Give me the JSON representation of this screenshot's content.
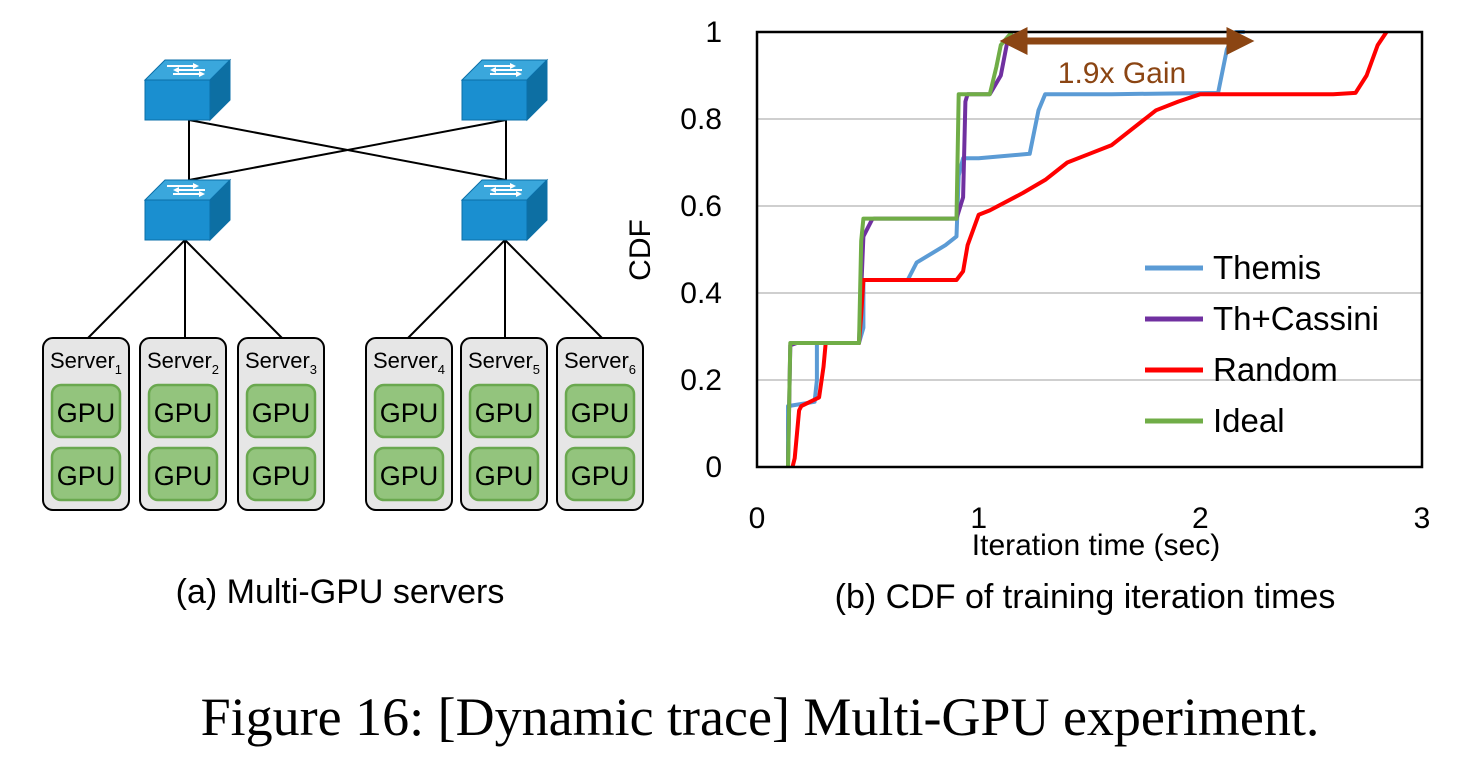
{
  "figure_caption": "Figure 16: [Dynamic trace] Multi-GPU experiment.",
  "panel_a": {
    "caption": "(a) Multi-GPU servers",
    "gpu_label": "GPU",
    "server_name": "Server",
    "servers": [
      {
        "sub": "1"
      },
      {
        "sub": "2"
      },
      {
        "sub": "3"
      },
      {
        "sub": "4"
      },
      {
        "sub": "5"
      },
      {
        "sub": "6"
      }
    ],
    "colors": {
      "switch_top": "#3aa7dc",
      "switch_front": "#1a8fd0",
      "server_fill": "#e6e6e6",
      "gpu_fill": "#93c47d",
      "gpu_border": "#6aa84f"
    }
  },
  "panel_b": {
    "caption": "(b) CDF of training iteration times",
    "annotation": "1.9x Gain",
    "annotation_color": "#8b4513"
  },
  "chart_data": {
    "type": "line",
    "title": "",
    "xlabel": "Iteration time (sec)",
    "ylabel": "CDF",
    "xlim": [
      0,
      3
    ],
    "ylim": [
      0,
      1
    ],
    "x_ticks": [
      "0",
      "1",
      "2",
      "3"
    ],
    "y_ticks": [
      "0",
      "0.2",
      "0.4",
      "0.6",
      "0.8",
      "1"
    ],
    "grid": "horizontal",
    "legend_position": "bottom-right",
    "series": [
      {
        "name": "Themis",
        "color": "#5b9bd5",
        "x": [
          0.14,
          0.14,
          0.26,
          0.27,
          0.27,
          0.46,
          0.48,
          0.48,
          0.68,
          0.72,
          0.85,
          0.9,
          0.91,
          0.93,
          1.0,
          1.23,
          1.27,
          1.3,
          1.35,
          1.6,
          2.08,
          2.12,
          2.16,
          2.2
        ],
        "y": [
          0,
          0.14,
          0.15,
          0.2,
          0.285,
          0.285,
          0.32,
          0.43,
          0.43,
          0.47,
          0.51,
          0.53,
          0.67,
          0.71,
          0.71,
          0.72,
          0.82,
          0.857,
          0.857,
          0.857,
          0.86,
          0.96,
          1.0,
          1.0
        ]
      },
      {
        "name": "Th+Cassini",
        "color": "#7030a0",
        "x": [
          0.14,
          0.15,
          0.18,
          0.19,
          0.46,
          0.48,
          0.52,
          0.53,
          0.9,
          0.93,
          0.94,
          0.95,
          1.05,
          1.1,
          1.13,
          1.15
        ],
        "y": [
          0,
          0.28,
          0.285,
          0.285,
          0.285,
          0.53,
          0.57,
          0.571,
          0.571,
          0.62,
          0.84,
          0.857,
          0.857,
          0.9,
          0.98,
          1.0
        ]
      },
      {
        "name": "Random",
        "color": "#ff0000",
        "x": [
          0.16,
          0.17,
          0.19,
          0.2,
          0.28,
          0.3,
          0.31,
          0.46,
          0.47,
          0.48,
          0.9,
          0.93,
          0.95,
          1.0,
          1.05,
          1.2,
          1.3,
          1.4,
          1.5,
          1.6,
          1.7,
          1.8,
          1.9,
          2.0,
          2.5,
          2.6,
          2.7,
          2.75,
          2.8,
          2.84
        ],
        "y": [
          0,
          0.02,
          0.13,
          0.14,
          0.16,
          0.23,
          0.285,
          0.285,
          0.35,
          0.43,
          0.43,
          0.45,
          0.51,
          0.58,
          0.59,
          0.63,
          0.66,
          0.7,
          0.72,
          0.74,
          0.78,
          0.82,
          0.84,
          0.857,
          0.857,
          0.857,
          0.86,
          0.9,
          0.97,
          1.0
        ]
      },
      {
        "name": "Ideal",
        "color": "#70ad47",
        "x": [
          0.14,
          0.15,
          0.46,
          0.47,
          0.48,
          0.9,
          0.91,
          0.93,
          1.05,
          1.08,
          1.1,
          1.15
        ],
        "y": [
          0,
          0.285,
          0.285,
          0.52,
          0.571,
          0.571,
          0.857,
          0.857,
          0.857,
          0.92,
          0.97,
          1.0
        ]
      }
    ]
  }
}
